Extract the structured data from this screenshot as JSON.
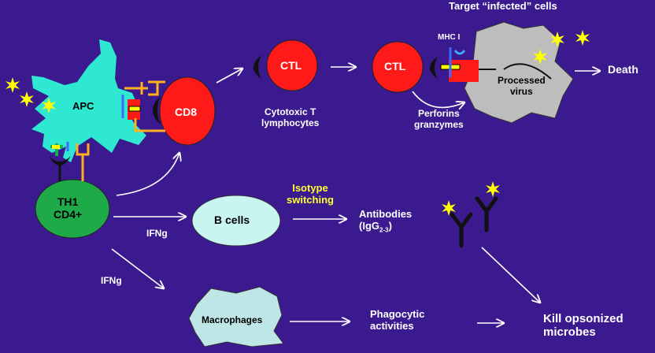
{
  "colors": {
    "background": "#3a1a8e",
    "apc": "#2ee8d2",
    "cd8_ctl": "#ff1a1a",
    "th1": "#1faa4a",
    "b_cells": "#c8f4f2",
    "macrophages": "#bfe6e6",
    "infected_cell": "#bdbdbd",
    "star": "#ffff00",
    "arrow": "#ffffff"
  },
  "labels": {
    "target_title": "Target “infected” cells",
    "mhc": "MHC I",
    "apc": "APC",
    "cd8": "CD8",
    "ctl_1": "CTL",
    "ctl_2": "CTL",
    "cytotoxic_line1": "Cytotoxic T",
    "cytotoxic_line2": "lymphocytes",
    "processed_line1": "Processed",
    "processed_line2": "virus",
    "death": "Death",
    "perforins_line1": "Perforins",
    "perforins_line2": "granzymes",
    "th1_line1": "TH1",
    "th1_line2": "CD4+",
    "isotype_line1": "Isotype",
    "isotype_line2": "switching",
    "b_cells": "B cells",
    "antibodies_line1": "Antibodies",
    "antibodies_line2_prefix": "(IgG",
    "antibodies_line2_sub": "2-3",
    "antibodies_line2_suffix": ")",
    "ifng_1": "IFNg",
    "ifng_2": "IFNg",
    "macrophages": "Macrophages",
    "phagocytic_line1": "Phagocytic",
    "phagocytic_line2": "activities",
    "kill_line1": "Kill opsonized",
    "kill_line2": "microbes"
  },
  "icons": [
    "star-burst-icon",
    "antibody-icon",
    "tcr-receptor-icon",
    "mhc-receptor-icon"
  ]
}
